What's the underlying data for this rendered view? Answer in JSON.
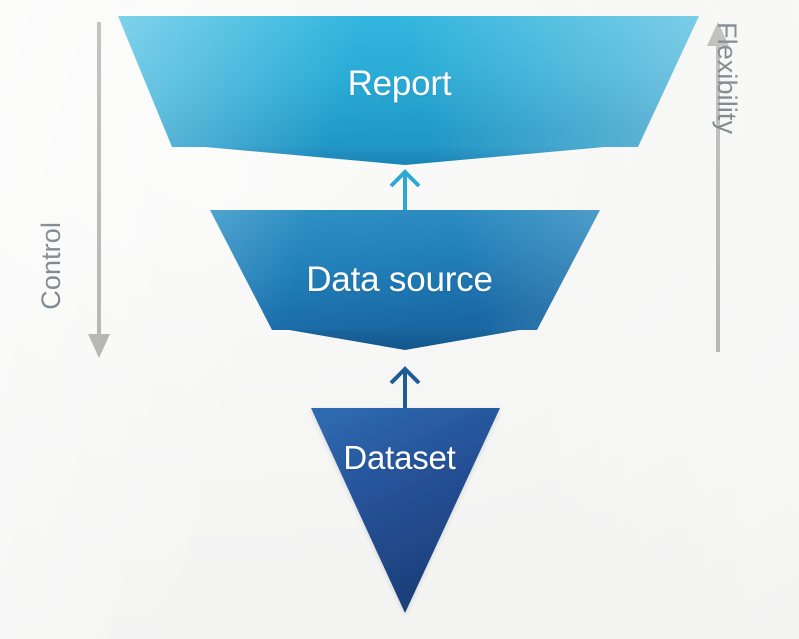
{
  "diagram": {
    "title": "Report / Data source / Dataset hierarchy",
    "type": "inverted-funnel",
    "background_color": "#f5f5f4",
    "levels": [
      {
        "id": "report",
        "label": "Report",
        "order": 1,
        "position": "top",
        "shape": "trapezoid",
        "fill_top": "#2fb4dd",
        "fill_bottom": "#229ac8",
        "lip_color": "#1f8cba",
        "text_color": "#ffffff"
      },
      {
        "id": "data-source",
        "label": "Data source",
        "order": 2,
        "position": "middle",
        "shape": "trapezoid",
        "fill_top": "#2f8fc4",
        "fill_bottom": "#1c6faa",
        "lip_color": "#175f99",
        "text_color": "#ffffff"
      },
      {
        "id": "dataset",
        "label": "Dataset",
        "order": 3,
        "position": "bottom",
        "shape": "inverted-triangle",
        "fill_top": "#2a63a8",
        "fill_bottom": "#1c3f78",
        "text_color": "#ffffff"
      }
    ],
    "connectors": [
      {
        "id": "dataset-to-data-source",
        "direction": "up",
        "from": "Dataset",
        "to": "Data source",
        "color": "#1f5c96"
      },
      {
        "id": "data-source-to-report",
        "direction": "up",
        "from": "Data source",
        "to": "Report",
        "color": "#2ba8d4"
      }
    ],
    "axes": [
      {
        "id": "control",
        "label": "Control",
        "side": "left",
        "arrow_direction": "down",
        "color": "#9a9a9a",
        "text_color": "#3a4a57"
      },
      {
        "id": "flexibility",
        "label": "Flexibility",
        "side": "right",
        "arrow_direction": "up",
        "color": "#9a9a9a",
        "text_color": "#3a4a57"
      }
    ]
  }
}
